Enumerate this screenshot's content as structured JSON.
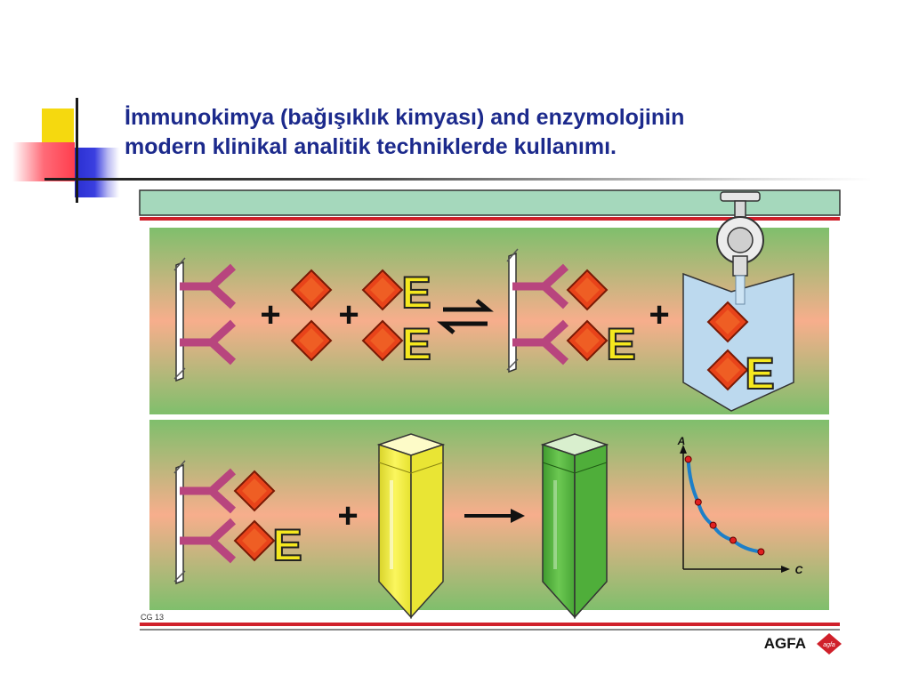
{
  "slide": {
    "title_line1": "İmmunokimya (bağışıklık kimyası) and enzymolojinin",
    "title_line2": "modern klinikal analitik techniklerde kullanımı."
  },
  "diagram": {
    "enzyme_letter": "E",
    "plus_sign": "+",
    "figure_code": "CG 13",
    "logo_text": "AGFA",
    "logo_mark": "agfa",
    "graph": {
      "y_axis_label": "A",
      "x_axis_label": "C",
      "curve_points": [
        {
          "c": 0.05,
          "a": 0.95
        },
        {
          "c": 0.15,
          "a": 0.58
        },
        {
          "c": 0.3,
          "a": 0.38
        },
        {
          "c": 0.5,
          "a": 0.25
        },
        {
          "c": 0.78,
          "a": 0.15
        }
      ]
    },
    "colors": {
      "antibody": "#b8457e",
      "antigen": "#e8431a",
      "enzyme_label": "#f5e81e",
      "yellow_cuvette": "#f2ee3c",
      "green_cuvette": "#4fb03a",
      "wash_container": "#bcd9ee",
      "red_rule": "#d0202a",
      "top_bar": "#a5d8bc",
      "title": "#1c2a8c"
    }
  }
}
